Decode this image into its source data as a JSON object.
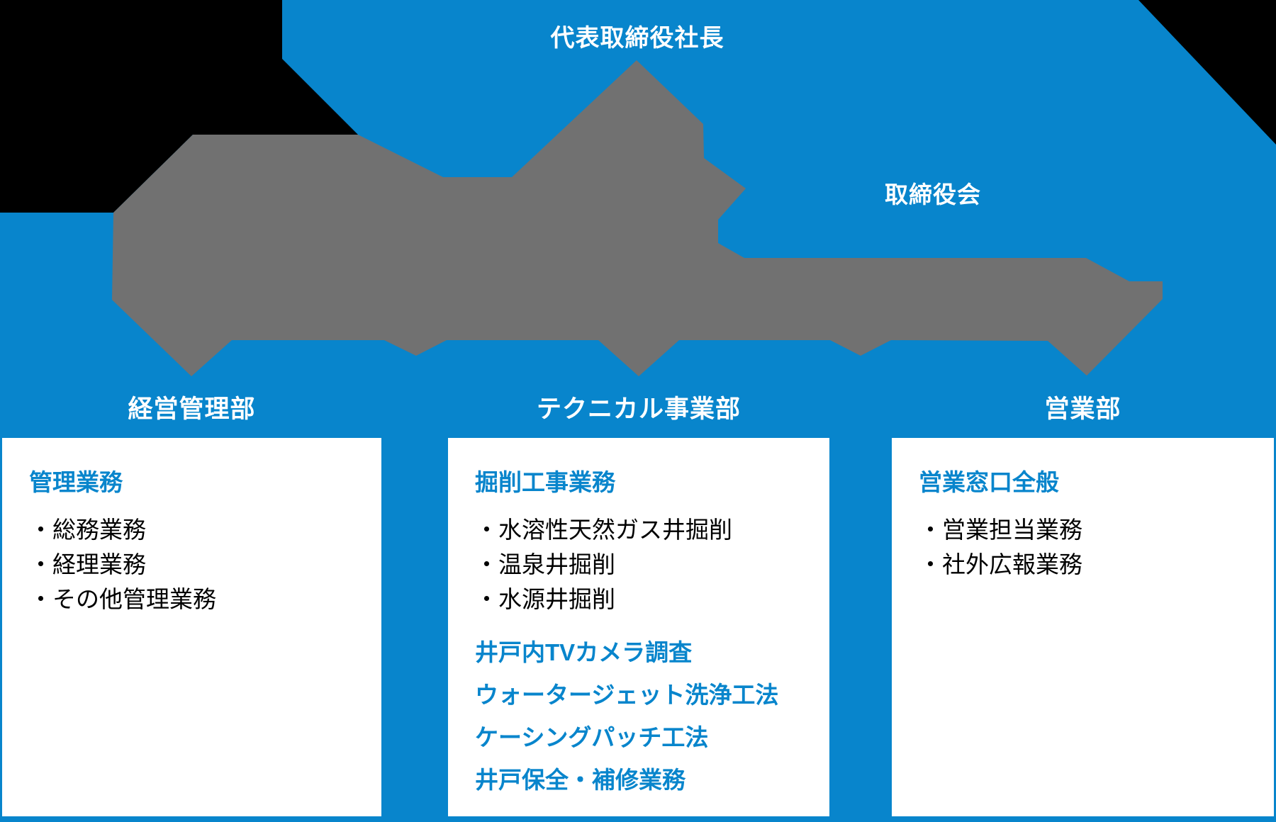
{
  "colors": {
    "background_blue": "#0885cc",
    "connector_gray": "#717171",
    "transparent_black": "#000000",
    "box_white": "#ffffff",
    "heading_blue": "#0885cc",
    "bullet_black": "#000000"
  },
  "nodes": {
    "president": "代表取締役社長",
    "board": "取締役会"
  },
  "departments": [
    {
      "label": "経営管理部",
      "heading": "管理業務",
      "bullets": [
        "・総務業務",
        "・経理業務",
        "・その他管理業務"
      ],
      "features": []
    },
    {
      "label": "テクニカル事業部",
      "heading": "掘削工事業務",
      "bullets": [
        "・水溶性天然ガス井掘削",
        "・温泉井掘削",
        "・水源井掘削"
      ],
      "features": [
        "井戸内TVカメラ調査",
        "ウォータージェット洗浄工法",
        "ケーシングパッチ工法",
        "井戸保全・補修業務"
      ]
    },
    {
      "label": "営業部",
      "heading": "営業窓口全般",
      "bullets": [
        "・営業担当業務",
        "・社外広報業務"
      ],
      "features": []
    }
  ]
}
